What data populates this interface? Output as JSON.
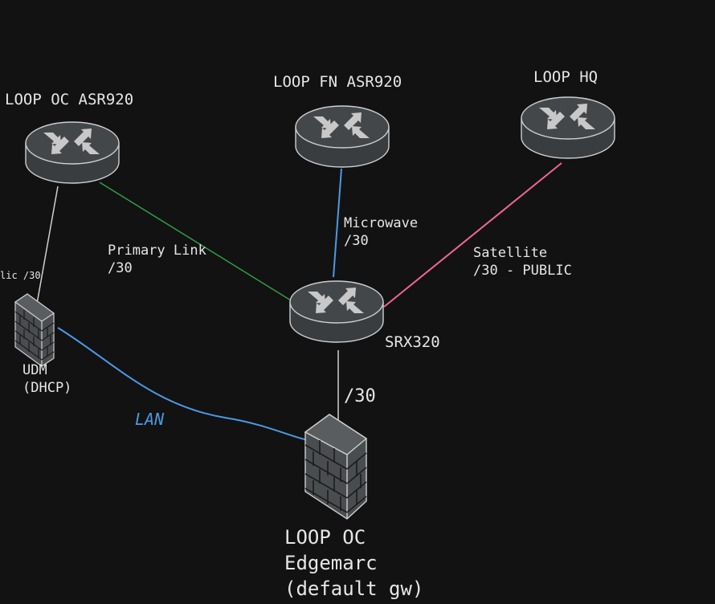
{
  "nodes": {
    "loop_oc_asr920": {
      "label": "LOOP OC ASR920"
    },
    "loop_fn_asr920": {
      "label": "LOOP FN ASR920"
    },
    "loop_hq": {
      "label": "LOOP HQ"
    },
    "srx320": {
      "label": "SRX320"
    },
    "udm": {
      "label": "UDM\n(DHCP)"
    },
    "edgemarc": {
      "label": "LOOP OC\nEdgemarc\n(default gw)"
    }
  },
  "links": {
    "primary": {
      "label": "Primary Link\n/30",
      "color": "#2f9e44"
    },
    "microwave": {
      "label": "Microwave\n/30",
      "color": "#4a9ae6"
    },
    "satellite": {
      "label": "Satellite\n/30 - PUBLIC",
      "color": "#f06595"
    },
    "srx_edgemarc": {
      "label": "/30",
      "color": "#d0d0d0"
    },
    "udm_uplink": {
      "label": "lic /30",
      "color": "#d0d0d0"
    },
    "lan": {
      "label": "LAN",
      "color": "#4a9ae6"
    }
  }
}
